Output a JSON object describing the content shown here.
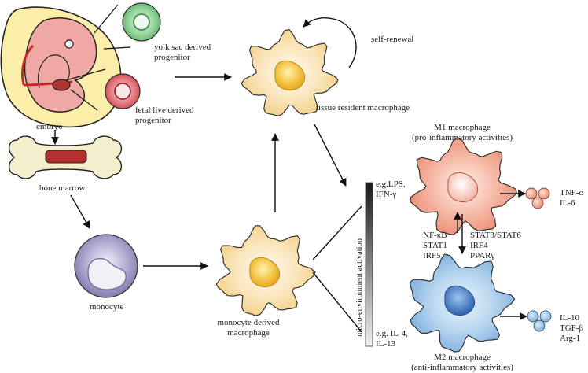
{
  "labels": {
    "yolk_sac_line1": "yolk sac derived",
    "yolk_sac_line2": "progenitor",
    "fetal_liver_line1": "fetal live derived",
    "fetal_liver_line2": "progenitor",
    "embryo": "embryo",
    "bone_marrow": "bone marrow",
    "monocyte": "monocyte",
    "monocyte_derived_line1": "monocyte derived",
    "monocyte_derived_line2": "macrophage",
    "self_renewal": "self-renewal",
    "tissue_resident": "tissue resident macrophage",
    "m1_title": "M1 macrophage",
    "m1_subtitle": "(pro-inflammatory activities)",
    "m2_title": "M2 macrophage",
    "m2_subtitle": "(anti-inflammatory activities)",
    "micro_env": "micro-environment activation",
    "stim_m1_line1": "e.g.LPS,",
    "stim_m1_line2": "IFN-γ",
    "stim_m2_line1": "e.g. IL-4,",
    "stim_m2_line2": "IL-13",
    "m1_tf": [
      "NF-κB",
      "STAT1",
      "IRF5"
    ],
    "m2_tf": [
      "STAT3/STAT6",
      "IRF4",
      "PPARγ"
    ],
    "m1_cytokines": [
      "TNF-α",
      "IL-6"
    ],
    "m2_cytokines": [
      "IL-10",
      "TGF-β",
      "Arg-1"
    ]
  },
  "colors": {
    "embryo_bg": "#fbeea8",
    "embryo_body": "#f0a8a4",
    "yolk_cell": "#6fbf7a",
    "fetal_cell": "#d9555a",
    "bone": "#f3efcc",
    "marrow": "#b52f2f",
    "monocyte": "#9a8fc0",
    "macrophage": "#f6d89a",
    "nucleus": "#f1b83c",
    "m1": "#f2a08c",
    "m2": "#9cc3e6",
    "m2_nucleus": "#3f78c0"
  }
}
